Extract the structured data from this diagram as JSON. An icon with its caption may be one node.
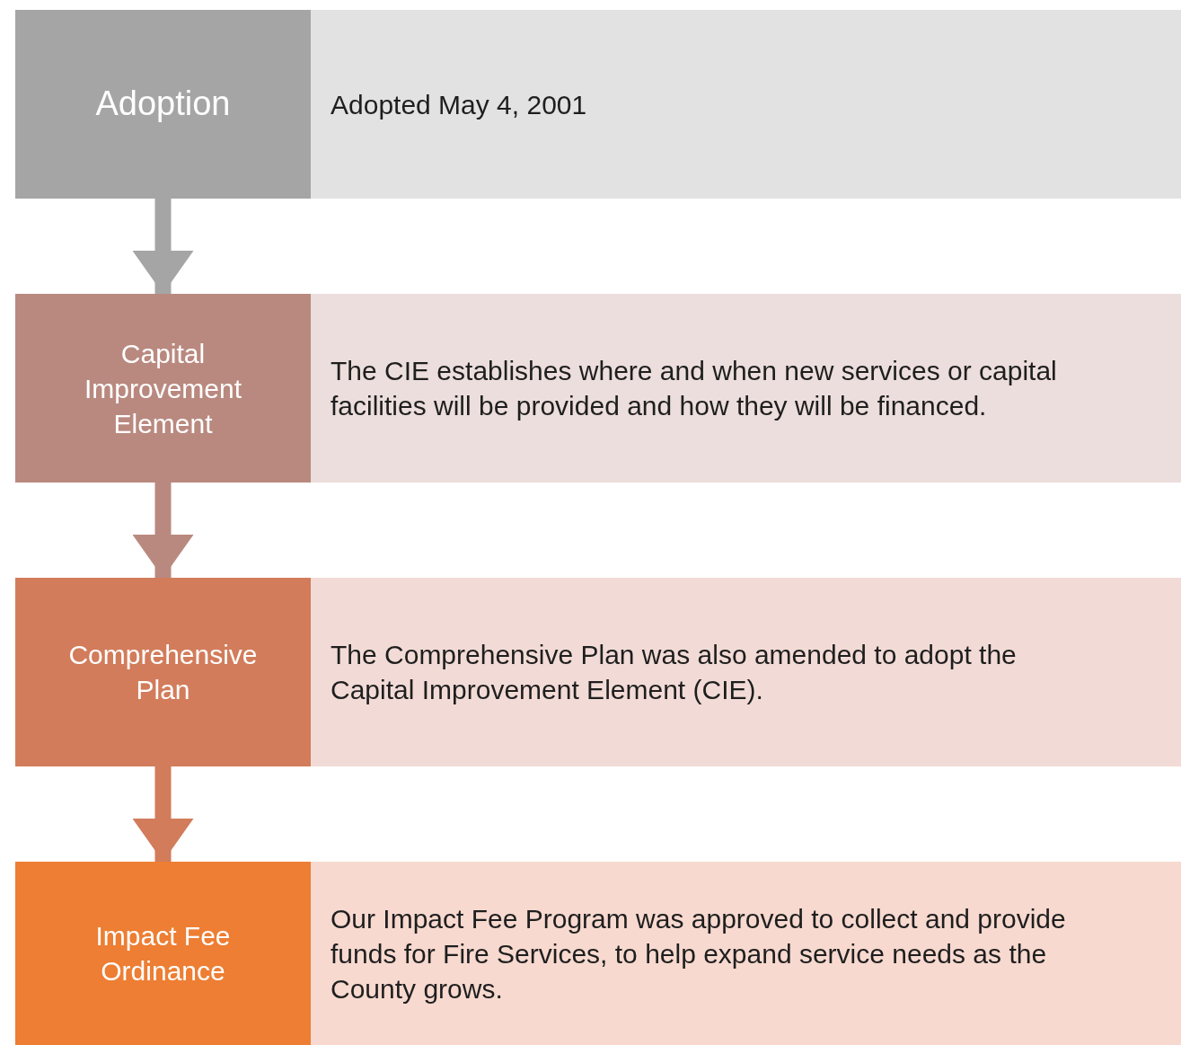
{
  "diagram": {
    "nodes": [
      {
        "text": [
          "Adoption"
        ]
      },
      {
        "text": [
          "Adopted May 4, 2001"
        ]
      },
      {
        "text": [
          "Capital Improvement Element"
        ]
      },
      {
        "text": [
          "The CIE establishes where and when new services or capital facilities will be provided and how they will be financed."
        ]
      },
      {
        "text": [
          "Comprehensive Plan"
        ]
      },
      {
        "text": [
          "The Comprehensive Plan was also amended to adopt the Capital Improvement Element (CIE)."
        ]
      },
      {
        "text": [
          "Impact Fee Ordinance"
        ]
      },
      {
        "text": [
          "Our Impact Fee Program was approved to collect and provide funds for Fire Services, to help expand service needs as the County grows."
        ]
      }
    ],
    "edges": [
      {
        "from": 0,
        "to": 2,
        "arrow": "to",
        "color": "#a5a5a5"
      },
      {
        "from": 2,
        "to": 4,
        "arrow": "to",
        "color": "#b9897f"
      },
      {
        "from": 4,
        "to": 6,
        "arrow": "to",
        "color": "#d27c5b"
      }
    ]
  }
}
